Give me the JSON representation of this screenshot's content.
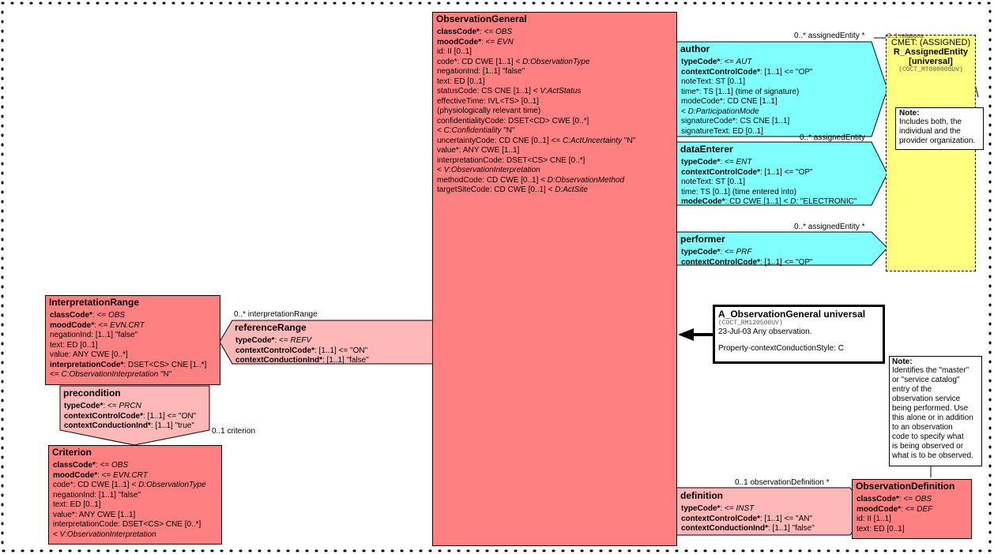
{
  "observation_general": {
    "title": "ObservationGeneral",
    "lines": [
      {
        "b": "classCode*",
        "t": ": <= ",
        "i": "OBS"
      },
      {
        "b": "moodCode*",
        "t": ": <= ",
        "i": "EVN"
      },
      {
        "t": "id: II [0..1]"
      },
      {
        "t": "code*: CD CWE [1..1] < ",
        "i": "D:ObservationType"
      },
      {
        "t": "negationInd: [1..1] \"false\""
      },
      {
        "t": "text: ED [0..1]"
      },
      {
        "t": "statusCode: CS CNE [1..1] < ",
        "i": "V:ActStatus"
      },
      {
        "t": "effectiveTime: IVL<TS> [0..1]"
      },
      {
        "t": " (physiologically relevant time)"
      },
      {
        "t": "confidentialityCode: DSET<CD> CWE [0..*]"
      },
      {
        "t": " < ",
        "i": "C:Confidentiality",
        "t2": " \"N\""
      },
      {
        "t": "uncertaintyCode: CD CNE [0..1] <= ",
        "i": "C:ActUncertainty",
        "t2": " \"N\""
      },
      {
        "t": "value*: ANY CWE [1..1]"
      },
      {
        "t": "interpretationCode: DSET<CS> CNE [0..*]"
      },
      {
        "t": " < ",
        "i": "V:ObservationInterpretation"
      },
      {
        "t": "methodCode: CD CWE [0..1] < ",
        "i": "D:ObservationMethod"
      },
      {
        "t": "targetSiteCode: CD CWE [0..1] < ",
        "i": "D:ActSite"
      }
    ]
  },
  "author": {
    "title": "author",
    "lines": [
      {
        "b": "typeCode*",
        "t": ": <= ",
        "i": "AUT"
      },
      {
        "b": "contextControlCode*",
        "t": ": [1..1] <= \"OP\""
      },
      {
        "t": "noteText: ST [0..1]"
      },
      {
        "t": "time*: TS [1..1] (time of signature)"
      },
      {
        "t": "modeCode*: CD CNE [1..1]"
      },
      {
        "t": " < ",
        "i": "D:ParticipationMode"
      },
      {
        "t": "signatureCode*: CS CNE [1..1]"
      },
      {
        "t": "signatureText: ED [0..1]"
      }
    ]
  },
  "data_enterer": {
    "title": "dataEnterer",
    "lines": [
      {
        "b": "typeCode*",
        "t": ": <= ",
        "i": "ENT"
      },
      {
        "b": "contextControlCode*",
        "t": ": [1..1] <= \"OP\""
      },
      {
        "t": "noteText: ST [0..1]"
      },
      {
        "t": "time: TS [0..1] (time entered into)"
      },
      {
        "b": "modeCode*",
        "t": ": CD CWE [1..1] < ",
        "i": "D:",
        "t2": " \"ELECTRONIC\""
      }
    ]
  },
  "performer": {
    "title": "performer",
    "lines": [
      {
        "b": "typeCode*",
        "t": ": <= ",
        "i": "PRF"
      },
      {
        "b": "contextControlCode*",
        "t": ": [1..1] <= \"OP\""
      }
    ]
  },
  "cmet": {
    "line1": "CMET: (ASSIGNED)",
    "line2": "R_AssignedEntity",
    "line3": "[universal]",
    "code": "(COCT_MT090000UV)",
    "overlap_label": "0..1 relations"
  },
  "note_author": {
    "head": "Note:",
    "text": [
      "Includes both, the",
      "individual and the",
      "provider organization."
    ]
  },
  "entry_point": {
    "title": "A_ObservationGeneral universal",
    "code": "(COCT_RM120500UV)",
    "date_line": "23-Jul-03 Any observation.",
    "style_line": "Property-contextConductionStyle: C"
  },
  "note_definition": {
    "head": "Note:",
    "text": [
      "Identifies the \"master\"",
      "or \"service catalog\"",
      "entry of the",
      "observation service",
      "being performed. Use",
      "this alone or in addition",
      "to an observation",
      "code to specify what",
      "is being observed or",
      "what is to be observed."
    ]
  },
  "definition": {
    "title": "definition",
    "lines": [
      {
        "b": "typeCode*",
        "t": ": <= ",
        "i": "INST"
      },
      {
        "b": "contextControlCode*",
        "t": ": [1..1] <= \"AN\""
      },
      {
        "b": "contextConductionInd*",
        "t": ": [1..1] \"false\""
      }
    ]
  },
  "observation_definition": {
    "title": "ObservationDefinition",
    "lines": [
      {
        "b": "classCode*",
        "t": ": <= ",
        "i": "OBS"
      },
      {
        "b": "moodCode*",
        "t": ": <= ",
        "i": "DEF"
      },
      {
        "t": "id: II [1..1]"
      },
      {
        "t": "text: ED [0..1]"
      }
    ]
  },
  "interpretation_range": {
    "title": "InterpretationRange",
    "lines": [
      {
        "b": "classCode*",
        "t": ": <= ",
        "i": "OBS"
      },
      {
        "b": "moodCode*",
        "t": ": <= ",
        "i": "EVN.CRT"
      },
      {
        "t": "negationInd: [1..1] \"false\""
      },
      {
        "t": "text: ED [0..1]"
      },
      {
        "t": "value: ANY CWE [0..*]"
      },
      {
        "b": "interpretationCode*",
        "t": ": DSET<CS> CNE [1..*]"
      },
      {
        "t": " <= ",
        "i": "C:ObservationInterpretation",
        "t2": " \"N\""
      }
    ]
  },
  "reference_range": {
    "title": "referenceRange",
    "lines": [
      {
        "b": "typeCode*",
        "t": ": <= ",
        "i": "REFV"
      },
      {
        "b": "contextControlCode*",
        "t": ": [1..1] <= \"ON\""
      },
      {
        "b": "contextConductionInd*",
        "t": ": [1..1] \"false\""
      }
    ]
  },
  "precondition": {
    "title": "precondition",
    "lines": [
      {
        "b": "typeCode*",
        "t": ": <= ",
        "i": "PRCN"
      },
      {
        "b": "contextControlCode*",
        "t": ": [1..1] <= \"ON\""
      },
      {
        "b": "contextConductionInd*",
        "t": ": [1..1] \"true\""
      }
    ]
  },
  "criterion": {
    "title": "Criterion",
    "lines": [
      {
        "b": "classCode*",
        "t": ": <= ",
        "i": "OBS"
      },
      {
        "b": "moodCode*",
        "t": ": <= ",
        "i": "EVN.CRT"
      },
      {
        "t": "code*: CD CWE [1..1] < ",
        "i": "D:ObservationType"
      },
      {
        "t": "negationInd: [1..1] \"false\""
      },
      {
        "t": "text: ED [0..1]"
      },
      {
        "t": "value*: ANY CWE [1..1]"
      },
      {
        "t": "interpretationCode: DSET<CS> CNE [0..*]"
      },
      {
        "t": " < ",
        "i": "V:ObservationInterpretation"
      }
    ]
  },
  "labels": {
    "author_assoc": "0..* assignedEntity  *",
    "data_enterer_assoc": "0..* assignedEntity",
    "performer_assoc": "0..* assignedEntity  *",
    "interpretation_range": "0..* interpretationRange",
    "criterion": "0..1 criterion",
    "observation_definition": "0..1 observationDefinition  *"
  },
  "colors": {
    "act": "#ff8080",
    "act_relationship": "#ffb8b8",
    "participation": "#80ffff",
    "cmet": "#ffff80"
  }
}
